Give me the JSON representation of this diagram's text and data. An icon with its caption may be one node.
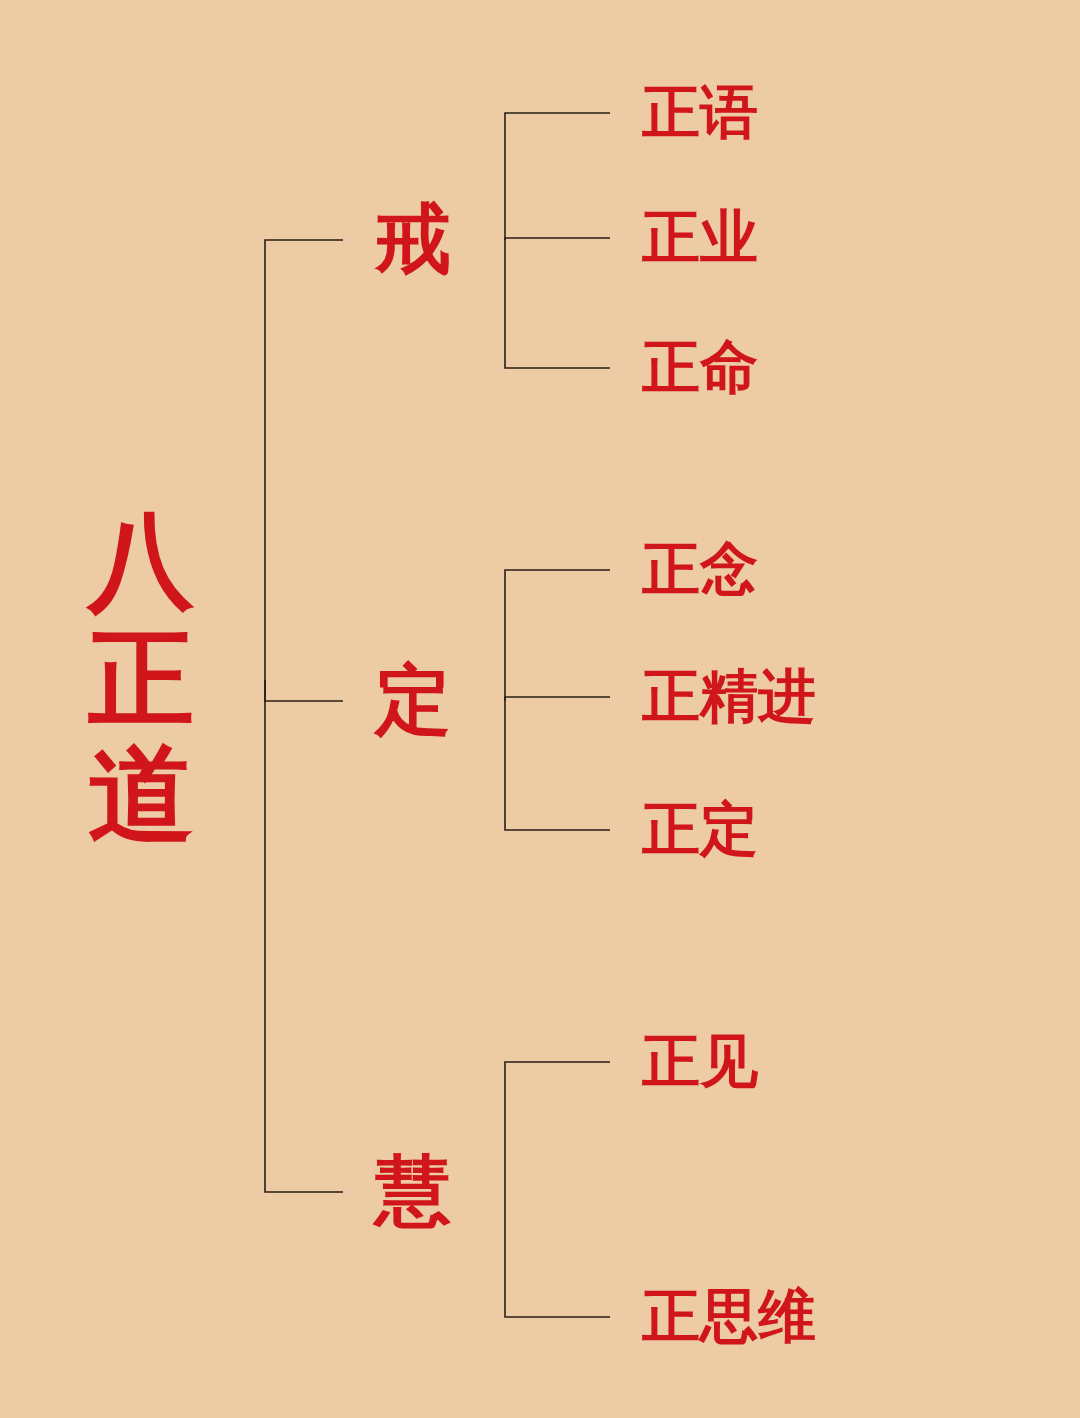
{
  "diagram": {
    "nodes": [
      {
        "text": [
          "八正道"
        ]
      },
      {
        "text": [
          "戒"
        ]
      },
      {
        "text": [
          "定"
        ]
      },
      {
        "text": [
          "慧"
        ]
      },
      {
        "text": [
          "正语"
        ]
      },
      {
        "text": [
          "正业"
        ]
      },
      {
        "text": [
          "正命"
        ]
      },
      {
        "text": [
          "正念"
        ]
      },
      {
        "text": [
          "正精进"
        ]
      },
      {
        "text": [
          "正定"
        ]
      },
      {
        "text": [
          "正见"
        ]
      },
      {
        "text": [
          "正思维"
        ]
      }
    ],
    "edges": [
      {
        "from": 0,
        "to": 1,
        "arrow": "none"
      },
      {
        "from": 0,
        "to": 2,
        "arrow": "none"
      },
      {
        "from": 0,
        "to": 3,
        "arrow": "none"
      },
      {
        "from": 1,
        "to": 4,
        "arrow": "none"
      },
      {
        "from": 1,
        "to": 5,
        "arrow": "none"
      },
      {
        "from": 1,
        "to": 6,
        "arrow": "none"
      },
      {
        "from": 2,
        "to": 7,
        "arrow": "none"
      },
      {
        "from": 2,
        "to": 8,
        "arrow": "none"
      },
      {
        "from": 2,
        "to": 9,
        "arrow": "none"
      },
      {
        "from": 3,
        "to": 10,
        "arrow": "none"
      },
      {
        "from": 3,
        "to": 11,
        "arrow": "none"
      }
    ]
  }
}
